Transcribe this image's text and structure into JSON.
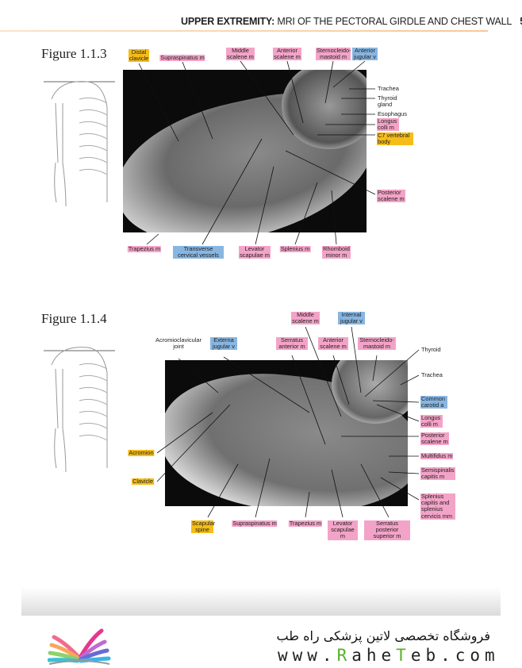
{
  "header": {
    "title_bold": "UPPER EXTREMITY:",
    "title_rest": "MRI OF THE PECTORAL GIRDLE AND CHEST WALL",
    "page": "5"
  },
  "figure1": {
    "title": "Figure 1.1.3",
    "labels": [
      {
        "text": "Distal clavicle",
        "color": "yellow"
      },
      {
        "text": "Supraspinatus m",
        "color": "pink"
      },
      {
        "text": "Middle scalene m",
        "color": "pink"
      },
      {
        "text": "Anterior scalene m",
        "color": "pink"
      },
      {
        "text": "Sternocleido-mastoid m",
        "color": "pink"
      },
      {
        "text": "Anterior jugular v",
        "color": "blue"
      },
      {
        "text": "Trachea",
        "color": "none"
      },
      {
        "text": "Thyroid gland",
        "color": "none"
      },
      {
        "text": "Esophagus",
        "color": "none"
      },
      {
        "text": "Longus colli m",
        "color": "pink"
      },
      {
        "text": "C7 vertebral body",
        "color": "yellow"
      },
      {
        "text": "Posterior scalene m",
        "color": "pink"
      },
      {
        "text": "Trapezius m",
        "color": "pink"
      },
      {
        "text": "Transverse cervical vessels",
        "color": "blue"
      },
      {
        "text": "Levator scapulae m",
        "color": "pink"
      },
      {
        "text": "Splenius m",
        "color": "pink"
      },
      {
        "text": "Rhomboid minor m",
        "color": "pink"
      }
    ]
  },
  "figure2": {
    "title": "Figure 1.1.4",
    "labels": [
      {
        "text": "Acromioclavicular joint",
        "color": "none"
      },
      {
        "text": "Externa jugular v",
        "color": "blue"
      },
      {
        "text": "Middle scalene m",
        "color": "pink"
      },
      {
        "text": "Internal jugular v",
        "color": "blue"
      },
      {
        "text": "Serratus anterior m",
        "color": "pink"
      },
      {
        "text": "Anterior scalene m",
        "color": "pink"
      },
      {
        "text": "Sternocleido-mastoid m",
        "color": "pink"
      },
      {
        "text": "Thyroid",
        "color": "none"
      },
      {
        "text": "Trachea",
        "color": "none"
      },
      {
        "text": "Common carotid a",
        "color": "blue"
      },
      {
        "text": "Longus colli m",
        "color": "pink"
      },
      {
        "text": "Posterior scalene m",
        "color": "pink"
      },
      {
        "text": "Multifidus m",
        "color": "pink"
      },
      {
        "text": "Semispinalis capitis m",
        "color": "pink"
      },
      {
        "text": "Splenius capitis and splenius cervicis mm",
        "color": "pink"
      },
      {
        "text": "Acromion",
        "color": "yellow"
      },
      {
        "text": "Clavicle",
        "color": "yellow"
      },
      {
        "text": "Scapular spine",
        "color": "yellow"
      },
      {
        "text": "Supraspinatus m",
        "color": "pink"
      },
      {
        "text": "Trapezius m",
        "color": "pink"
      },
      {
        "text": "Levator scapulae m",
        "color": "pink"
      },
      {
        "text": "Serratus posterior superior m",
        "color": "pink"
      }
    ]
  },
  "footer": {
    "persian": "فروشگاه تخصصی لاتین پزشکی  راه طب",
    "url_pre": "www.",
    "url_r": "R",
    "url_ahe": "ahe",
    "url_t": "T",
    "url_post": "eb.com"
  },
  "colors": {
    "pink": "#f4a3c8",
    "yellow": "#f6bd18",
    "blue": "#88b6e2"
  }
}
